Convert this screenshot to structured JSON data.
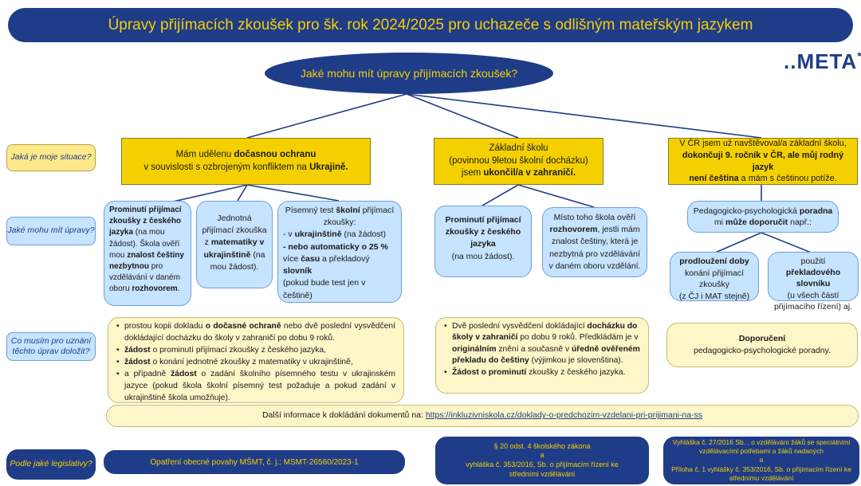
{
  "title": "Úpravy přijímacích zkoušek pro šk. rok 2024/2025 pro uchazeče s odlišným mateřským jazykem",
  "logo": "..META",
  "question": "Jaké mohu mít úpravy přijímacích zkoušek?",
  "side_labels": {
    "situation": "Jaká je moje situace?",
    "adjustments": "Jaké mohu mít úpravy?",
    "documents": "Co musím pro uznání těchto úprav doložit?",
    "legislation": "Podle jaké legislativy?"
  },
  "situations": {
    "ukraine": {
      "line1a": "Mám udělenu ",
      "line1b": "dočasnou ochranu",
      "line2a": "v souvislosti s ozbrojeným konfliktem na ",
      "line2b": "Ukrajině."
    },
    "abroad": {
      "line1": "Základní školu",
      "line2": "(povinnou 9letou školní docházku)",
      "line3a": "jsem ",
      "line3b": "ukončil/a v zahraničí."
    },
    "czech": {
      "line1": "V ČR jsem už navštěvoval/a základní školu,",
      "line2": "dokončuji 9. ročník v ČR, ale můj rodný jazyk",
      "line3a": "není čeština",
      "line3b": " a mám s češtinou potíže."
    }
  },
  "adjustments": {
    "ua_waiver": {
      "b1": "Prominutí přijímací zkoušky z českého jazyka",
      "t1": " (na mou žádost).",
      "t2": "Škola ověří mou ",
      "b2": "znalost češtiny nezbytnou",
      "t3": " pro vzdělávání v daném oboru ",
      "b3": "rozhovorem",
      "t4": "."
    },
    "ua_single": {
      "t1": "Jednotná přijímací zkouška z ",
      "b1": "matematiky v ukrajinštině",
      "t2": " (na mou žádost)."
    },
    "ua_written": {
      "t1": "Písemný test ",
      "b1": "školní",
      "t2": " přijímací zkoušky:",
      "t3": "- v ",
      "b2": "ukrajinštině",
      "t4": " (na žádost)",
      "b3": "- nebo automaticky o 25 %",
      "t5": "více ",
      "b4": "času",
      "t6": " a překladový ",
      "b5": "slovník",
      "t7": "(pokud bude test jen v češtině)"
    },
    "abroad_waiver": {
      "b1": "Prominutí přijímací zkoušky z českého jazyka",
      "t1": "(na mou žádost)."
    },
    "abroad_interview": {
      "t1": "Místo toho škola ověří ",
      "b1": "rozhovorem",
      "t2": ", jestli mám znalost češtiny, která je nezbytná pro vzdělávání v daném oboru vzdělání."
    },
    "counseling": {
      "t1": "Pedagogicko-psychologická ",
      "b1": "poradna",
      "t2": "mi ",
      "b2": "může doporučit",
      "t3": " např.:"
    },
    "extension": {
      "b1": "prodloužení doby",
      "t1": "konání přijímací zkoušky",
      "t2": "(z ČJ i MAT stejně)"
    },
    "dictionary": {
      "t1": "použití ",
      "b1": "překladového slovníku",
      "t2": "(u všech částí přijímacího řízení) aj."
    }
  },
  "documents": {
    "ukraine": [
      {
        "t1": "prostou kopii dokladu ",
        "b1": "o dočasné ochraně",
        "t2": " nebo dvě poslední vysvědčení dokládající docházku do školy v zahraničí po dobu 9 roků."
      },
      {
        "b1": "žádost",
        "t1": " o prominutí přijímací zkoušky z českého jazyka,"
      },
      {
        "b1": "žádost",
        "t1": " o konání jednotné zkoušky z matematiky v ukrajinštině,"
      },
      {
        "t1": "a případně ",
        "b1": "žádost",
        "t2": " o zadání školního písemného testu v ukrajinském jazyce (pokud škola školní písemný test požaduje a pokud zadání v ukrajinštině škola umožňuje)."
      }
    ],
    "abroad": [
      {
        "t1": "Dvě poslední vysvědčení dokládající ",
        "b1": "docházku do školy v zahraničí",
        "t2": " po dobu 9 roků. Předkládám je v ",
        "b2": "originálním",
        "t3": " znění a současně v ",
        "b3": "úředně ověřeném překladu do češtiny",
        "t4": " (výjimkou je slovenština)."
      },
      {
        "b1": "Žádost o prominutí",
        "t1": " zkoušky z českého jazyka."
      }
    ],
    "czech_title": "Doporučení",
    "czech_text": "pedagogicko-psychologické poradny."
  },
  "more_info": {
    "label": "Další informace k dokládání dokumentů na: ",
    "url": "https://inkluzivniskola.cz/doklady-o-predchozim-vzdelani-pri-prijimani-na-ss"
  },
  "legislation": {
    "ukraine": "Opatření obecné povahy MŠMT, č. j.: MSMT-26560/2023-1",
    "abroad": [
      "§ 20 odst. 4 školského zákona",
      "a",
      "vyhláška č. 353/2016, Sb. o přijímacím řízení ke středními vzdělávání"
    ],
    "czech": [
      "Vyhláška č. 27/2016 Sb. , o vzdělávání žáků se speciálními vzdělávacími potřebami a žáků nadaných",
      "a",
      "Příloha č. 1 vyhlášky č. 353/2016, Sb. o přijímacím řízení ke střednímu vzdělávání"
    ]
  },
  "colors": {
    "navy": "#1f3c88",
    "yellow": "#f5d000",
    "lightblue": "#c6e3ff",
    "cream": "#fdf6c8"
  }
}
